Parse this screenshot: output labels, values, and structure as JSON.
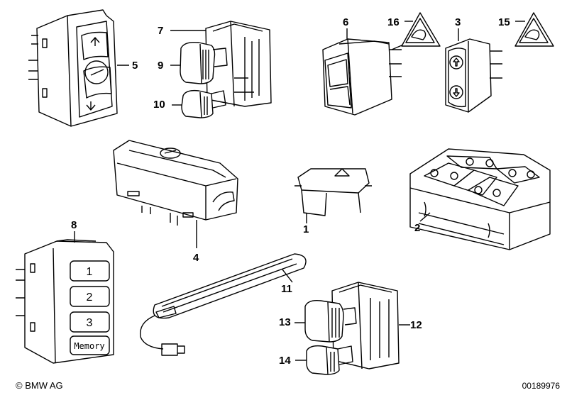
{
  "callouts": {
    "c1": "1",
    "c2": "2",
    "c3": "3",
    "c4": "4",
    "c5": "5",
    "c6": "6",
    "c7": "7",
    "c8": "8",
    "c9": "9",
    "c10": "10",
    "c11": "11",
    "c12": "12",
    "c13": "13",
    "c14": "14",
    "c15": "15",
    "c16": "16"
  },
  "memory_switch": {
    "btn1": "1",
    "btn2": "2",
    "btn3": "3",
    "memory": "Memory"
  },
  "footer": {
    "brand": "BMW AG",
    "diagram_id": "00189976"
  },
  "icons": {
    "warning_triangle": "hazard-warning-triangle-icon",
    "child_lock": "child-lock-triangle-icon"
  }
}
